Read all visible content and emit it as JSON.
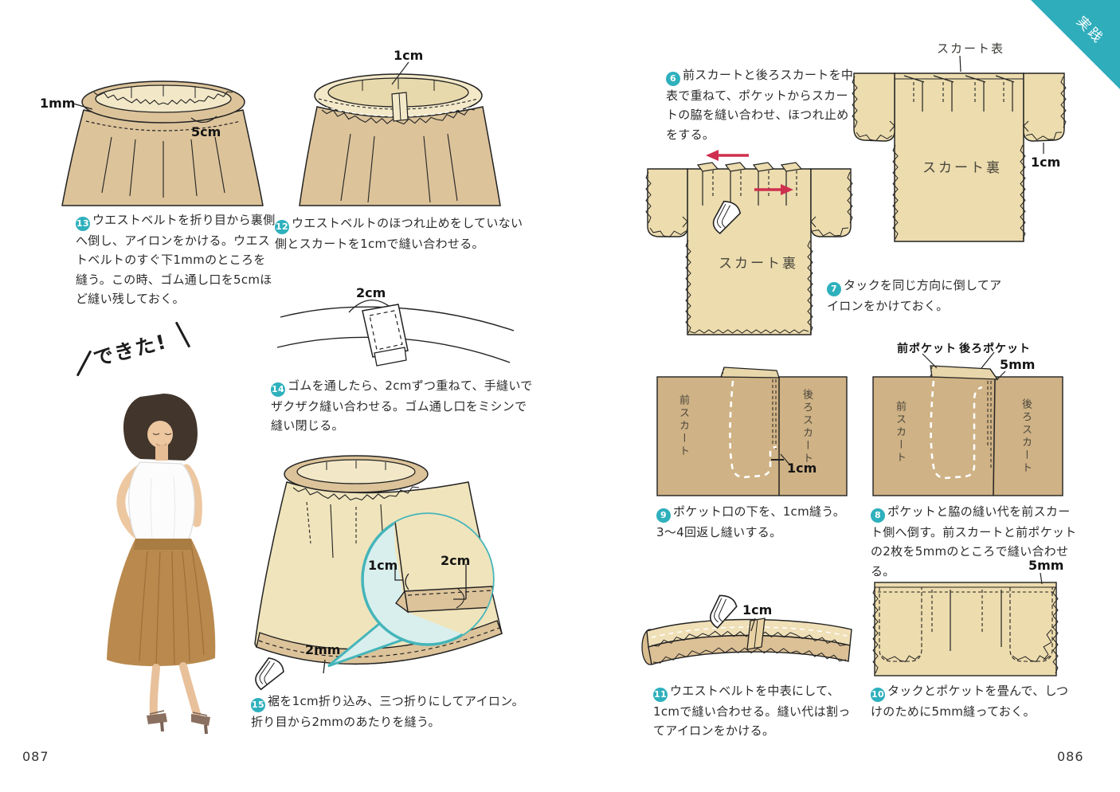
{
  "page": {
    "left_number": "087",
    "right_number": "086",
    "banner": "実践",
    "accent_teal": "#2fb0bd",
    "fabric_tan": "#dcc39a",
    "fabric_cream": "#f0e4bc",
    "fabric_dark": "#cfb285",
    "arrow_red": "#cf2f4f"
  },
  "steps": {
    "s6": {
      "num": "6",
      "text": "前スカートと後ろスカートを中表で重ねて、ポケットからスカートの脇を縫い合わせ、ほつれ止めをする。"
    },
    "s7": {
      "num": "7",
      "text": "タックを同じ方向に倒してアイロンをかけておく。"
    },
    "s8": {
      "num": "8",
      "text": "ポケットと脇の縫い代を前スカート側へ倒す。前スカートと前ポケットの2枚を5mmのところで縫い合わせる。"
    },
    "s9": {
      "num": "9",
      "text": "ポケット口の下を、1cm縫う。3〜4回返し縫いする。"
    },
    "s10": {
      "num": "10",
      "text": "タックとポケットを畳んで、しつけのために5mm縫っておく。"
    },
    "s11": {
      "num": "11",
      "text": "ウエストベルトを中表にして、1cmで縫い合わせる。縫い代は割ってアイロンをかける。"
    },
    "s12": {
      "num": "12",
      "text": "ウエストベルトのほつれ止めをしていない側とスカートを1cmで縫い合わせる。"
    },
    "s13": {
      "num": "13",
      "text": "ウエストベルトを折り目から裏側へ倒し、アイロンをかける。ウエストベルトのすぐ下1mmのところを縫う。この時、ゴム通し口を5cmほど縫い残しておく。"
    },
    "s14": {
      "num": "14",
      "text": "ゴムを通したら、2cmずつ重ねて、手縫いでザクザク縫い合わせる。ゴム通し口をミシンで縫い閉じる。"
    },
    "s15": {
      "num": "15",
      "text": "裾を1cm折り込み、三つ折りにしてアイロン。折り目から2mmのあたりを縫う。"
    }
  },
  "labels": {
    "d13_1mm": "1mm",
    "d13_5cm": "5cm",
    "d12_1cm": "1cm",
    "d14_2cm": "2cm",
    "d15_1cm": "1cm",
    "d15_2cm": "2cm",
    "d15_2mm": "2mm",
    "d6_top": "スカート表",
    "d6_inside": "スカート裏",
    "d6_1cm": "1cm",
    "d7_inside": "スカート裏",
    "pocket_front": "前ポケット",
    "pocket_back": "後ろポケット",
    "pocket_5mm": "5mm",
    "d9_front": "前スカート",
    "d9_back": "後ろスカート",
    "d9_1cm": "1cm",
    "d8_front": "前スカート",
    "d8_back": "後ろスカート",
    "d11_1cm": "1cm",
    "d10_5mm": "5mm",
    "dekita": "できた!"
  }
}
